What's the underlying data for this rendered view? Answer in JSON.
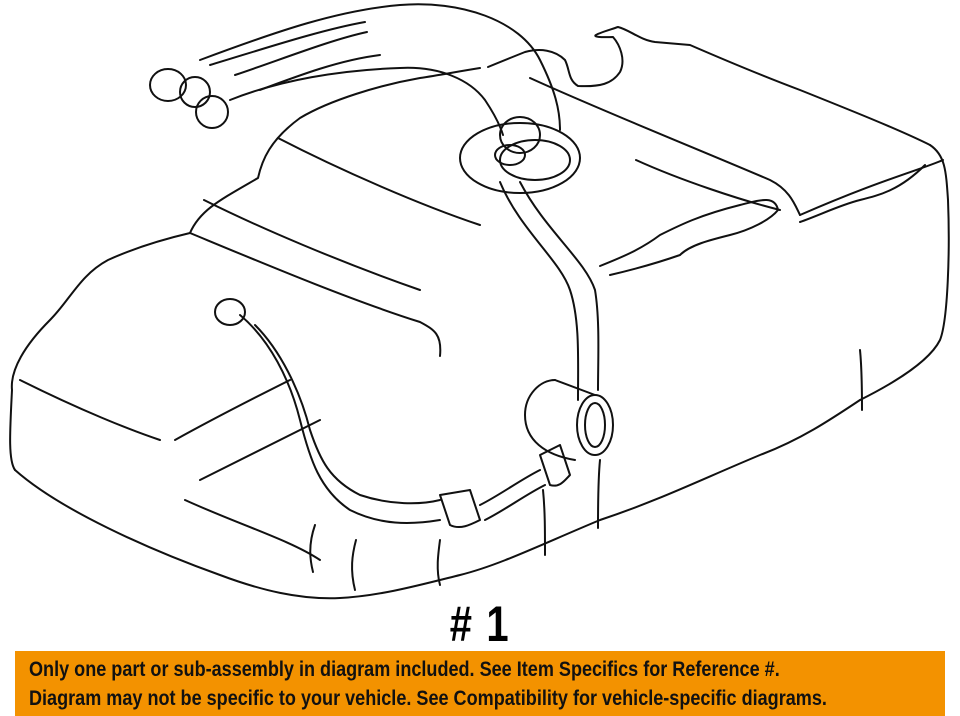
{
  "diagram": {
    "subject": "fuel-tank-assembly",
    "reference_label": "# 1"
  },
  "banner": {
    "background_color": "#F39200",
    "lines": [
      "Only one part or sub-assembly in diagram included. See Item Specifics for Reference #.",
      "Diagram may not be specific to your vehicle. See Compatibility for vehicle-specific diagrams."
    ]
  }
}
